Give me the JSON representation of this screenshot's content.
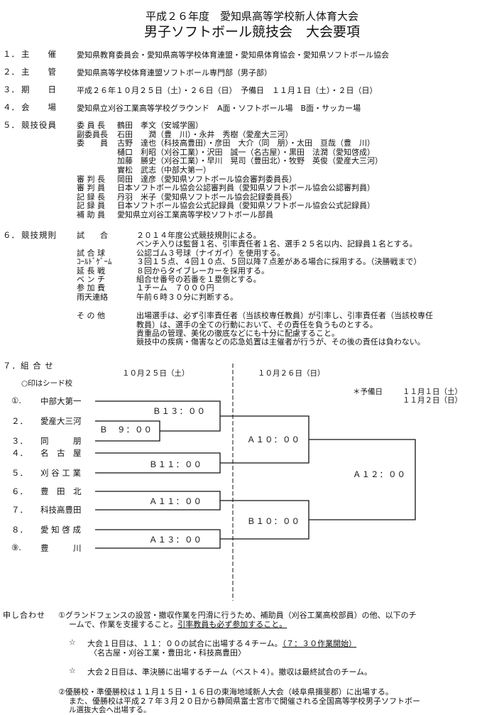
{
  "title": {
    "line1": "平成２６年度　愛知県高等学校新人体育大会",
    "line2": "男子ソフトボール競技会　大会要項"
  },
  "sections": [
    {
      "num": "１．",
      "label": "主　　催",
      "text": "愛知県教育委員会・愛知県高等学校体育連盟・愛知県体育協会・愛知県ソフトボール協会"
    },
    {
      "num": "２．",
      "label": "主　　管",
      "text": "愛知県高等学校体育連盟ソフトボール専門部（男子部）"
    },
    {
      "num": "３．",
      "label": "期　　日",
      "text": "平成２６年１０月２５日（土）・２６日（日）　予備日　１１月１日（土）・２日（日）"
    },
    {
      "num": "４．",
      "label": "会　　場",
      "text": "愛知県立刈谷工業高等学校グラウンド　A面・ソフトボール場　B面・サッカー場"
    }
  ],
  "officials": {
    "num": "５．",
    "label": "競技役員",
    "rows": [
      {
        "role": "委 員 長",
        "text": "鶴田　孝文（安城学園）"
      },
      {
        "role": "副委員長",
        "text": "石田　　潤（豊　川）・永井　秀樹（愛産大三河）"
      },
      {
        "role": "委　　員",
        "text": "古野　達也（科技高豊田）・彦田　大介（同　朋）・太田　亘哉（豊　川）"
      },
      {
        "role": "",
        "text": "樋口　利昭（刈谷工業）・沢田　誠一（名古屋）・黒田　法潤（愛知啓成）"
      },
      {
        "role": "",
        "text": "加藤　勝史（刈谷工業）・早川　晃司（豊田北）・牧野　英俊（愛産大三河）"
      },
      {
        "role": "",
        "text": "實松　武志（中部大第一）"
      },
      {
        "role": "審 判 長",
        "text": "岡田　達彦（愛知県ソフトボール協会審判委員長）"
      },
      {
        "role": "審 判 員",
        "text": "日本ソフトボール協会公認審判員（愛知県ソフトボール協会公認審判員）"
      },
      {
        "role": "記 録 長",
        "text": "丹羽　米子（愛知県ソフトボール協会記録委員長）"
      },
      {
        "role": "記 録 員",
        "text": "日本ソフトボール協会公式記録員（愛知県ソフトボール協会公式記録員）"
      },
      {
        "role": "補 助 員",
        "text": "愛知県立刈谷工業高等学校ソフトボール部員"
      }
    ]
  },
  "rules": {
    "num": "６．",
    "label": "競技規則",
    "rows": [
      {
        "role": "試　　合",
        "lines": [
          "２０１４年度公式競技規則による。",
          "ベンチ入りは監督１名、引率責任者１名、選手２５名以内、記録員１名とする。"
        ]
      },
      {
        "role": "試 合 球",
        "lines": [
          "公認ゴム３号球（ナイガイ）を使用する。"
        ]
      },
      {
        "role": "ｺｰﾙﾄﾞｹﾞｰﾑ",
        "lines": [
          "３回１５点、４回１０点、５回以降７点差がある場合に採用する。（決勝戦まで）"
        ]
      },
      {
        "role": "延 長 戦",
        "lines": [
          "８回からタイブレーカーを採用する。"
        ]
      },
      {
        "role": "ベ ン チ",
        "lines": [
          "組合せ番号の若番を１塁側とする。"
        ]
      },
      {
        "role": "参 加 費",
        "lines": [
          "１チーム　７０００円"
        ]
      },
      {
        "role": "雨天連絡",
        "lines": [
          "午前６時３０分に判断する。"
        ]
      },
      {
        "role": "そ の 他",
        "lines": [
          "出場選手は、必ず引率責任者（当該校専任教員）が引率し、引率責任者（当該校専任",
          "教員）は、選手の全ての行動において、その責任を負うものとする。",
          "貴重品の管理、美化の徹底などにも十分に配慮すること。",
          "競技中の疾病・傷害などの応急処置は主催者が行うが、その後の責任は負わない。"
        ]
      }
    ]
  },
  "bracket": {
    "heading": "７．組 合 せ",
    "seed_note": "○印はシード校",
    "day1": "１０月２５日（土）",
    "day2": "１０月２６日（日）",
    "reserve_label": "＊予備日",
    "reserve1": "１１月１日（土）",
    "reserve2": "１１月２日（日）",
    "teams": [
      {
        "no": "①.",
        "name": "中部大第一"
      },
      {
        "no": "２．",
        "name": "愛産大三河"
      },
      {
        "no": "３．",
        "name": "同　　　朋"
      },
      {
        "no": "４．",
        "name": "名　古　屋"
      },
      {
        "no": "５．",
        "name": "刈 谷 工 業"
      },
      {
        "no": "６．",
        "name": "豊　田　北"
      },
      {
        "no": "７．",
        "name": "科技高豊田"
      },
      {
        "no": "８．",
        "name": "愛 知 啓 成"
      },
      {
        "no": "⑨.",
        "name": "豊　　　川"
      }
    ],
    "games": {
      "b13": "Ｂ１３：００",
      "b9": "Ｂ　９：００",
      "b11": "Ｂ１１：００",
      "a11": "Ａ１１：００",
      "a13": "Ａ１３：００",
      "a10": "Ａ１０：００",
      "b10": "Ｂ１０：００",
      "a12": "Ａ１２：００"
    }
  },
  "notes": {
    "label": "申し合わせ",
    "n1_line1": "①グランドフェンスの設営・撤収作業を円滑に行うため、補助員（刈谷工業高校部員）の他、以下のチ",
    "n1_line2a": "ームで、作業を支援すること。",
    "n1_line2b": "引率教員も必ず参加すること。",
    "star": "☆",
    "s1_a": "大会１日目は、１１：００の試合に出場する４チーム。",
    "s1_b": "（７：３０作業開始）",
    "s1_c": "〈名古屋・刈谷工業・豊田北・科技高豊田〉",
    "s2": "大会２日目は、準決勝に出場するチーム（ベスト４）。撤収は最終試合のチーム。",
    "n2_line1": "②優勝校・準優勝校は１１月１５日・１６日の東海地域新人大会（岐阜県揖斐郡）に出場する。",
    "n2_line2": "また、優勝校は平成２７年３月２０日から静岡県富士宮市で開催される全国高等学校男子ソフトボー",
    "n2_line3": "ル選抜大会へ出場する。"
  }
}
